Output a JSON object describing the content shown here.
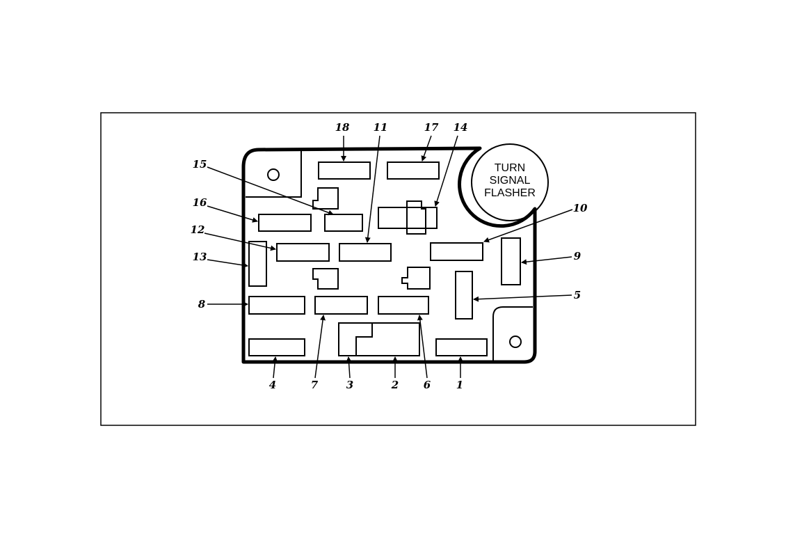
{
  "flasher": {
    "line1": "TURN",
    "line2": "SIGNAL",
    "line3": "FLASHER"
  },
  "callouts": [
    "18",
    "11",
    "17",
    "14",
    "15",
    "16",
    "12",
    "13",
    "8",
    "10",
    "9",
    "5",
    "4",
    "7",
    "3",
    "2",
    "6",
    "1"
  ]
}
